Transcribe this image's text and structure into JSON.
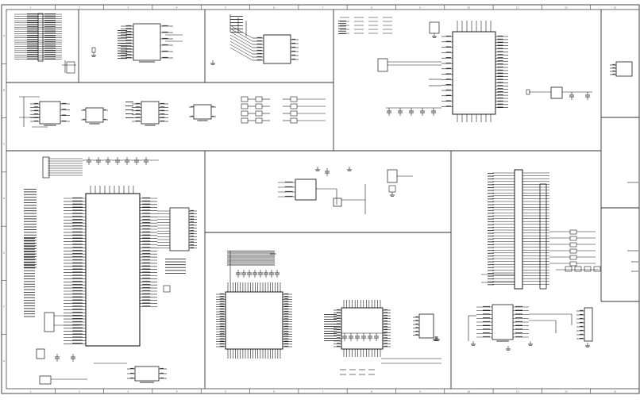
{
  "page": {
    "background": "#ffffff",
    "line_color": "#1a1a1a",
    "frame_color": "#444444"
  },
  "border": {
    "column_labels": [
      "1",
      "2",
      "3",
      "4",
      "5",
      "6",
      "7",
      "8",
      "9",
      "10",
      "11",
      "12",
      "13"
    ],
    "row_labels": [
      "A",
      "B",
      "C",
      "D",
      "E",
      "F",
      "G"
    ]
  },
  "blocks": [
    {
      "id": "connector-header"
    },
    {
      "id": "interface-ic"
    },
    {
      "id": "level-shifter"
    },
    {
      "id": "usb-controller"
    },
    {
      "id": "side-connector"
    },
    {
      "id": "power-regulators"
    },
    {
      "id": "main-mcu"
    },
    {
      "id": "dc-converter"
    },
    {
      "id": "qfp-processor"
    },
    {
      "id": "qfp-small-ic"
    },
    {
      "id": "memory-bus"
    },
    {
      "id": "transceiver"
    }
  ]
}
